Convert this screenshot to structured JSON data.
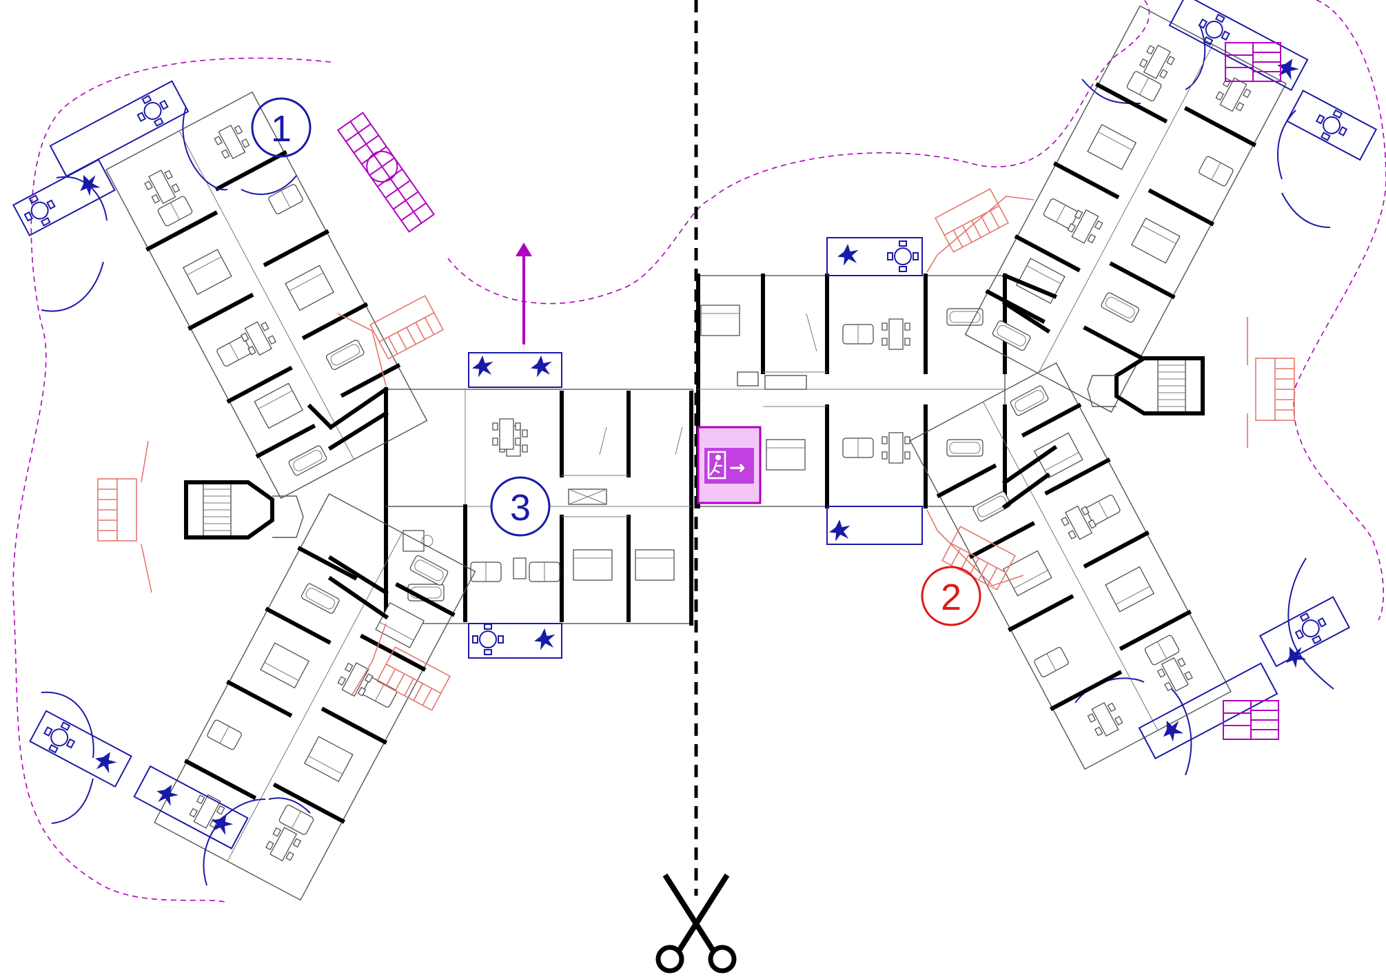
{
  "markers": [
    {
      "id": "1",
      "label": "1",
      "color": "#1a1aa8"
    },
    {
      "id": "2",
      "label": "2",
      "color": "#e01818"
    },
    {
      "id": "3",
      "label": "3",
      "color": "#1a1aa8"
    }
  ],
  "exit_sign": {
    "icon": "emergency-exit-icon",
    "arrow": "→",
    "color": "#c040e0"
  },
  "colors": {
    "walls": "#000000",
    "outdoor_furniture": "#1a1aa8",
    "site_boundary": "#b000c0",
    "ramps": "#e4756b"
  },
  "symbols": {
    "cut_line": "scissors-icon",
    "north_arrow": "arrow-up-icon"
  }
}
